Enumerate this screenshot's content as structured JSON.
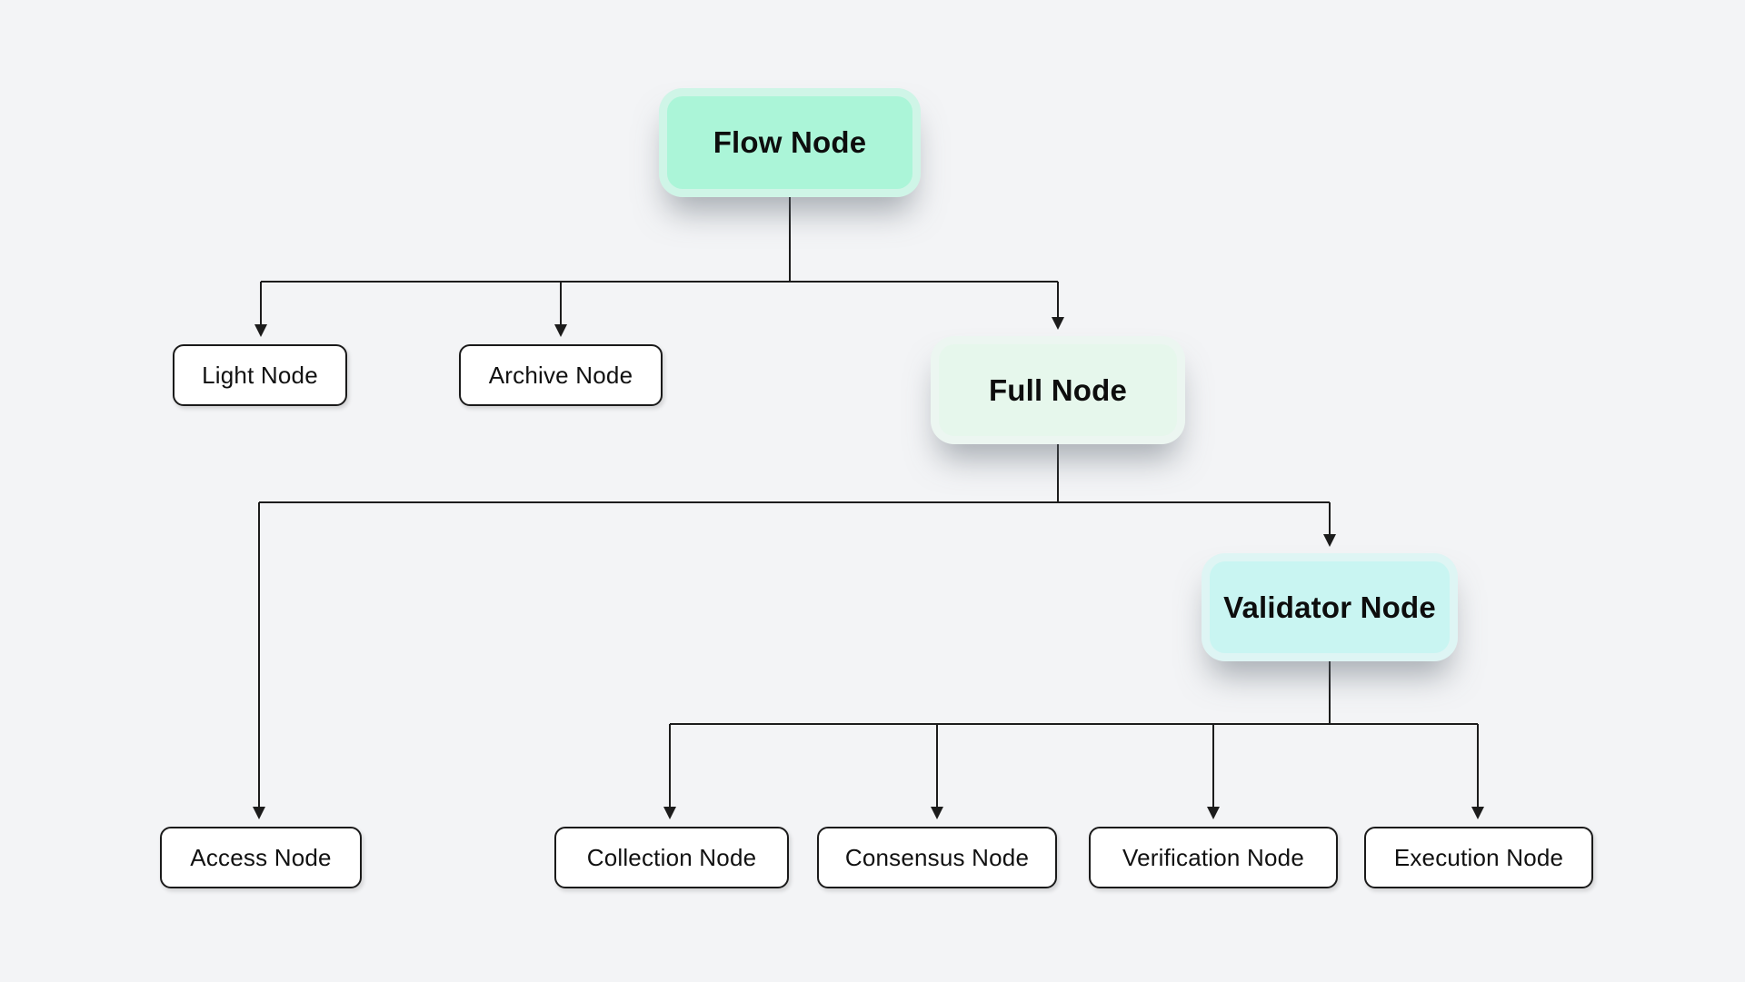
{
  "diagram": {
    "type": "tree",
    "background_color": "#f3f4f6",
    "line_color": "#1c1c1c",
    "nodes": {
      "flow": {
        "label": "Flow Node",
        "style": "highlight",
        "fill": "#abf5d8",
        "rim": "rgba(171,245,216,0.5)"
      },
      "light": {
        "label": "Light Node",
        "style": "plain",
        "fill": "#ffffff"
      },
      "archive": {
        "label": "Archive Node",
        "style": "plain",
        "fill": "#ffffff"
      },
      "full": {
        "label": "Full Node",
        "style": "highlight",
        "fill": "#e6f7ec",
        "rim": "rgba(230,247,236,0.55)"
      },
      "validator": {
        "label": "Validator Node",
        "style": "highlight",
        "fill": "#c9f5f2",
        "rim": "rgba(201,245,242,0.5)"
      },
      "access": {
        "label": "Access Node",
        "style": "plain",
        "fill": "#ffffff"
      },
      "collection": {
        "label": "Collection Node",
        "style": "plain",
        "fill": "#ffffff"
      },
      "consensus": {
        "label": "Consensus Node",
        "style": "plain",
        "fill": "#ffffff"
      },
      "verification": {
        "label": "Verification Node",
        "style": "plain",
        "fill": "#ffffff"
      },
      "execution": {
        "label": "Execution Node",
        "style": "plain",
        "fill": "#ffffff"
      }
    },
    "edges": [
      {
        "from": "flow",
        "to": "light"
      },
      {
        "from": "flow",
        "to": "archive"
      },
      {
        "from": "flow",
        "to": "full"
      },
      {
        "from": "full",
        "to": "access"
      },
      {
        "from": "full",
        "to": "validator"
      },
      {
        "from": "validator",
        "to": "collection"
      },
      {
        "from": "validator",
        "to": "consensus"
      },
      {
        "from": "validator",
        "to": "verification"
      },
      {
        "from": "validator",
        "to": "execution"
      }
    ]
  }
}
